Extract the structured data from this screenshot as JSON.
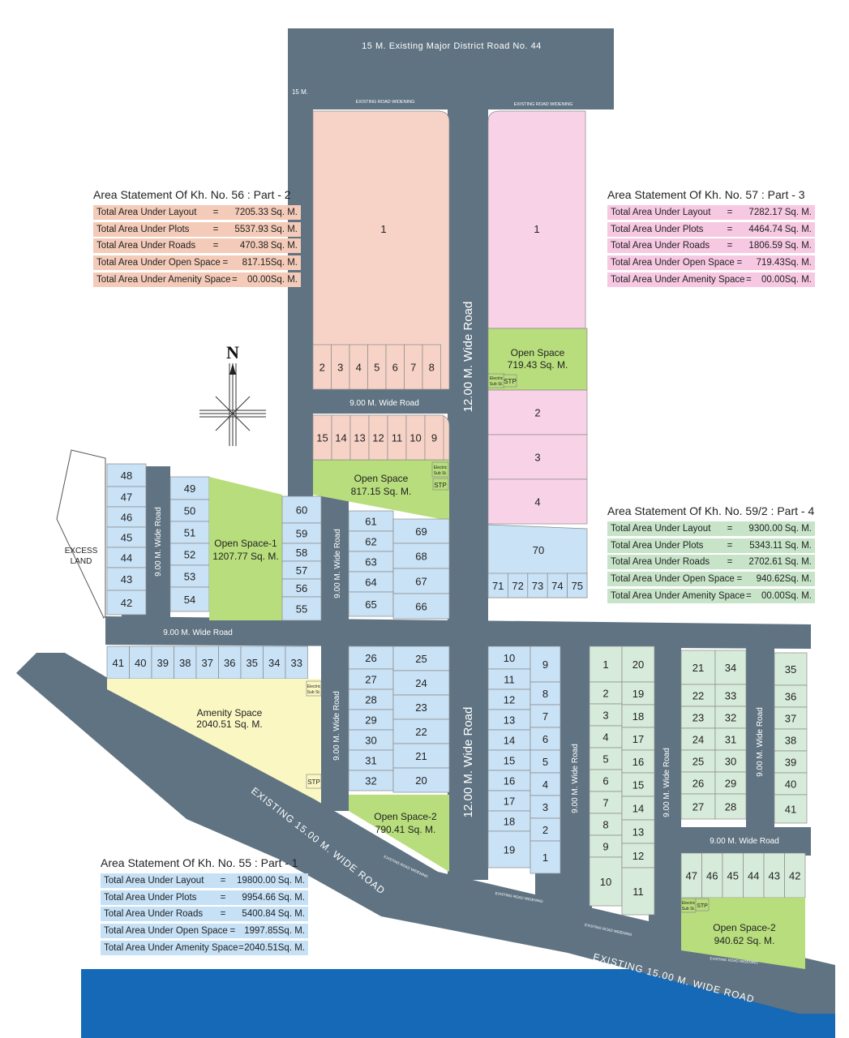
{
  "colors": {
    "road": "#5f7382",
    "part1_plot": "#c9e2f6",
    "part2_plot": "#f7d3c7",
    "part3_plot": "#f8d3e7",
    "part4_plot": "#d7ebda",
    "open_space": "#b8dd7c",
    "amenity": "#fbf7c3",
    "sea": "#1669b7"
  },
  "roads": {
    "major_road_label": "15 M. Existing Major District Road No. 44",
    "major_road_width": "15 M.",
    "road_widening_left": "EXISTING ROAD WIDENING",
    "road_widening_right": "EXISTING ROAD WIDENING",
    "main_road_upper": "12.00 M. Wide Road",
    "main_road_lower": "12.00 M. Wide Road",
    "road_9m_top": "9.00 M. Wide Road",
    "road_9m_left_v1": "9.00 M. Wide Road",
    "road_9m_left_v2": "9.00 M. Wide Road",
    "road_9m_horizontal": "9.00 M. Wide Road",
    "road_9m_center": "9.00 M. Wide Road",
    "road_9m_right1": "9.00 M. Wide Road",
    "road_9m_right2": "9.00 M. Wide Road",
    "road_9m_right3": "9.00 M. Wide Road",
    "road_9m_far_right": "9.00 M. Wide Road",
    "existing_road_left": "EXISTING 15.00 M. WIDE ROAD",
    "existing_road_right": "EXISTING 15.00 M. WIDE ROAD",
    "widening_small": "EXISTING ROAD WIDENING"
  },
  "compass": {
    "north": "N"
  },
  "excess_land": "EXCESS LAND",
  "spaces": {
    "open_space_57_name": "Open Space",
    "open_space_57_area": "719.43 Sq. M.",
    "open_space_56_name": "Open Space",
    "open_space_56_area": "817.15 Sq. M.",
    "open_space_1_name": "Open Space-1",
    "open_space_1_area": "1207.77 Sq. M.",
    "open_space_2_name": "Open Space-2",
    "open_space_2_area": "790.41 Sq. M.",
    "open_space_4_name": "Open Space-2",
    "open_space_4_area": "940.62 Sq. M.",
    "amenity_name": "Amenity Space",
    "amenity_area": "2040.51 Sq. M.",
    "stp": "STP",
    "electric_sub_a": "Electric",
    "electric_sub_b": "Sub St."
  },
  "statements": {
    "part2": {
      "title": "Area Statement Of Kh. No. 56 : Part - 2",
      "rows": [
        {
          "label": "Total Area Under Layout",
          "value": "7205.33",
          "unit": "Sq. M."
        },
        {
          "label": "Total Area Under Plots",
          "value": "5537.93",
          "unit": "Sq. M."
        },
        {
          "label": "Total Area Under Roads",
          "value": "470.38",
          "unit": "Sq. M."
        },
        {
          "label": "Total Area Under Open Space",
          "value": "817.15",
          "unit": "Sq. M."
        },
        {
          "label": "Total Area Under Amenity Space",
          "value": "00.00",
          "unit": "Sq. M."
        }
      ]
    },
    "part3": {
      "title": "Area Statement Of Kh. No. 57 : Part - 3",
      "rows": [
        {
          "label": "Total Area Under Layout",
          "value": "7282.17",
          "unit": "Sq. M."
        },
        {
          "label": "Total Area Under Plots",
          "value": "4464.74",
          "unit": "Sq. M."
        },
        {
          "label": "Total Area Under Roads",
          "value": "1806.59",
          "unit": "Sq. M."
        },
        {
          "label": "Total Area Under Open Space",
          "value": "719.43",
          "unit": "Sq. M."
        },
        {
          "label": "Total Area Under Amenity Space",
          "value": "00.00",
          "unit": "Sq. M."
        }
      ]
    },
    "part4": {
      "title": "Area Statement Of Kh. No. 59/2 : Part - 4",
      "rows": [
        {
          "label": "Total Area Under Layout",
          "value": "9300.00",
          "unit": "Sq. M."
        },
        {
          "label": "Total Area Under Plots",
          "value": "5343.11",
          "unit": "Sq. M."
        },
        {
          "label": "Total Area Under Roads",
          "value": "2702.61",
          "unit": "Sq. M."
        },
        {
          "label": "Total Area Under Open Space",
          "value": "940.62",
          "unit": "Sq. M."
        },
        {
          "label": "Total Area Under Amenity Space",
          "value": "00.00",
          "unit": "Sq. M."
        }
      ]
    },
    "part1": {
      "title": "Area Statement Of Kh. No. 55 : Part - 1",
      "rows": [
        {
          "label": "Total Area Under Layout",
          "value": "19800.00",
          "unit": "Sq. M."
        },
        {
          "label": "Total Area Under Plots",
          "value": "9954.66",
          "unit": "Sq. M."
        },
        {
          "label": "Total Area Under Roads",
          "value": "5400.84",
          "unit": "Sq. M."
        },
        {
          "label": "Total Area Under Open Space",
          "value": "1997.85",
          "unit": "Sq. M."
        },
        {
          "label": "Total Area Under Amenity Space",
          "value": "2040.51",
          "unit": "Sq. M."
        }
      ]
    }
  },
  "plots": {
    "part2_top_big": "1",
    "part2_top_row": [
      "2",
      "3",
      "4",
      "5",
      "6",
      "7",
      "8"
    ],
    "part2_second_row": [
      "15",
      "14",
      "13",
      "12",
      "11",
      "10",
      "9"
    ],
    "part3_big": "1",
    "part3_mid": [
      "2",
      "3",
      "4"
    ],
    "p1_col_a": [
      "48",
      "47",
      "46",
      "45",
      "44",
      "43",
      "42"
    ],
    "p1_col_b": [
      "49",
      "50",
      "51",
      "52",
      "53",
      "54"
    ],
    "p1_col_c": [
      "60",
      "59",
      "58",
      "57",
      "56",
      "55"
    ],
    "p1_row_bottom": [
      "41",
      "40",
      "39",
      "38",
      "37",
      "36",
      "35",
      "34",
      "33"
    ],
    "p1_blk_left": [
      "61",
      "62",
      "63",
      "64",
      "65"
    ],
    "p1_blk_right": [
      "69",
      "68",
      "67",
      "66"
    ],
    "p1_blk2_left": [
      "26",
      "27",
      "28",
      "29",
      "30",
      "31",
      "32"
    ],
    "p1_blk2_right": [
      "25",
      "24",
      "23",
      "22",
      "21",
      "20"
    ],
    "p1_right_70": "70",
    "p1_right_row": [
      "71",
      "72",
      "73",
      "74",
      "75"
    ],
    "p1_blk3_left": [
      "10",
      "11",
      "12",
      "13",
      "14",
      "15",
      "16",
      "17",
      "18",
      "19"
    ],
    "p1_blk3_right": [
      "9",
      "8",
      "7",
      "6",
      "5",
      "4",
      "3",
      "2",
      "1"
    ],
    "p4_col_a": [
      "1",
      "2",
      "3",
      "4",
      "5",
      "6",
      "7",
      "8",
      "9",
      "10"
    ],
    "p4_col_b": [
      "20",
      "19",
      "18",
      "17",
      "16",
      "15",
      "14",
      "13",
      "12",
      "11"
    ],
    "p4_col_c": [
      "21",
      "22",
      "23",
      "24",
      "25",
      "26",
      "27"
    ],
    "p4_col_d": [
      "34",
      "33",
      "32",
      "31",
      "30",
      "29",
      "28"
    ],
    "p4_col_e": [
      "35",
      "36",
      "37",
      "38",
      "39",
      "40",
      "41"
    ],
    "p4_row_bottom": [
      "47",
      "46",
      "45",
      "44",
      "43",
      "42"
    ]
  }
}
